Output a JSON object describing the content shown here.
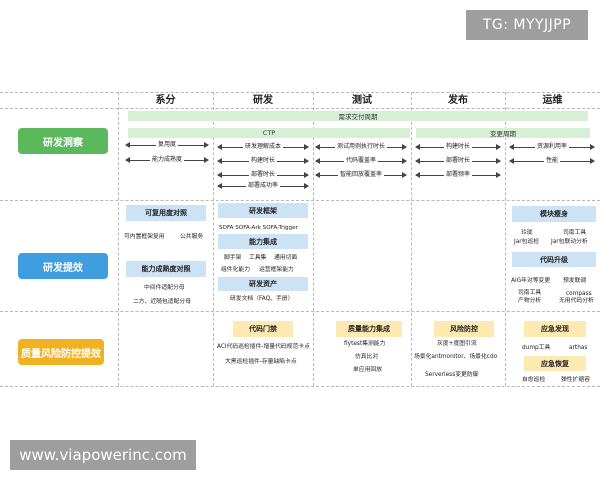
{
  "watermarks": {
    "top": "TG: MYYJJPP",
    "bottom": "www.viapowerinc.com"
  },
  "columns": [
    "系分",
    "研发",
    "测试",
    "发布",
    "运维"
  ],
  "categories": [
    {
      "label": "研发洞察",
      "color": "#5bb85c"
    },
    {
      "label": "研发提效",
      "color": "#3f9ee0"
    },
    {
      "label": "质量风险防控提效",
      "color": "#f0b223"
    }
  ],
  "insight": {
    "bars": {
      "delivery": "需求交付周期",
      "ctp": "CTP",
      "change": "变更周期"
    },
    "metrics": {
      "reuse": "复用度",
      "capability": "能力成熟度",
      "rd_cost": "研发理解成本",
      "build_time": "构建时长",
      "deploy_time": "部署时长",
      "deploy_success": "部署成功率",
      "test_exec": "测试用例执行时长",
      "code_coverage": "代码覆盖率",
      "smart_replay": "智能回放覆盖率",
      "rel_build": "构建时长",
      "rel_deploy": "部署时长",
      "rel_freq": "部署频率",
      "resource_util": "资源利用率",
      "performance": "性能"
    }
  },
  "efficiency": {
    "xf": {
      "box1": "可复用度对照",
      "t1a": "可内置框架复用",
      "t1b": "公共服务",
      "box2": "能力成熟度对照",
      "t2a": "中间件适配分母",
      "t2b": "二方、近随包适配分母"
    },
    "yf": {
      "box1": "研发框架",
      "t1": "SOFA   SOFA-Ark  SOFA-Trigger",
      "box2": "能力集成",
      "t2a": "脚手架",
      "t2b": "工具集",
      "t2c": "通用切面",
      "t2d": "组件化能力",
      "t2e": "运营框架能力",
      "box3": "研发资产",
      "t3": "研发文档（FAQ、手册）"
    },
    "yw": {
      "box1": "模块瘦身",
      "t1a": "玲珑",
      "t1b": "司南工具",
      "t1c": "Jar包巡检",
      "t1d": "Jar包联动分析",
      "box2": "代码升级",
      "t2a": "AIG年对等变更",
      "t2b": "预发联调",
      "t2c": "司南工具",
      "t2d": "compass",
      "t2e": "产物分析",
      "t2f": "无用代码分析"
    }
  },
  "quality": {
    "yf": {
      "box": "代码门禁",
      "t1": "ACI代码巡检插件-增量代码规范卡点",
      "t2": "大黑巡检插件-存量缺陷卡点"
    },
    "cs": {
      "box": "质量能力集成",
      "t1": "flytest集测能力",
      "t2": "仿真比对",
      "t3": "单应用回放"
    },
    "fb": {
      "box": "风险防控",
      "t1": "灰度+度图引流",
      "t2": "场景化antmonitor、场景化cdo",
      "t3": "Serverless变更防御"
    },
    "yw": {
      "box1": "应急发现",
      "t1a": "dump工具",
      "t1b": "arthas",
      "box2": "应急恢复",
      "t2a": "自愈巡检",
      "t2b": "弹性扩缩容"
    }
  }
}
